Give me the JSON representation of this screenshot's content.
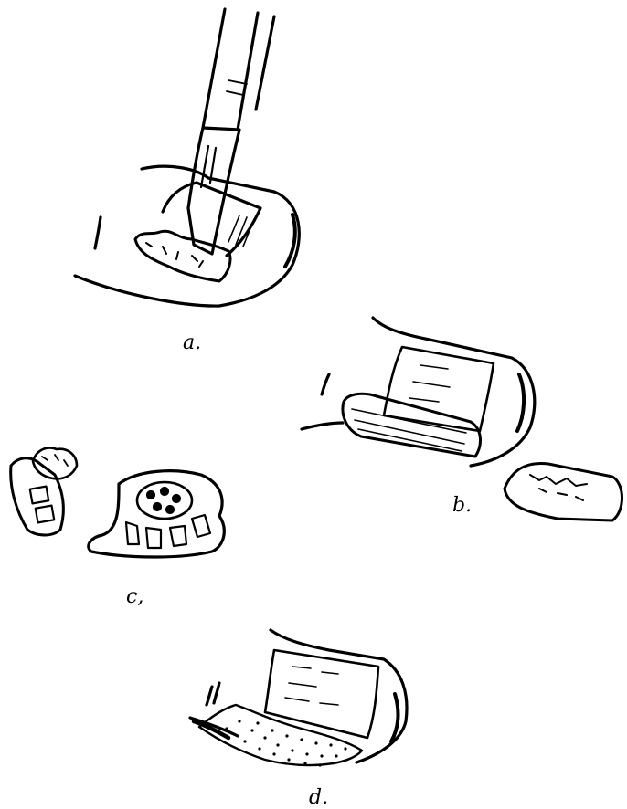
{
  "figure": {
    "panels": [
      {
        "id": "a",
        "label": "a."
      },
      {
        "id": "b",
        "label": "b."
      },
      {
        "id": "c",
        "label": "c,"
      },
      {
        "id": "d",
        "label": "d."
      }
    ],
    "ink_color": "#000000",
    "paper_color": "#ffffff"
  }
}
